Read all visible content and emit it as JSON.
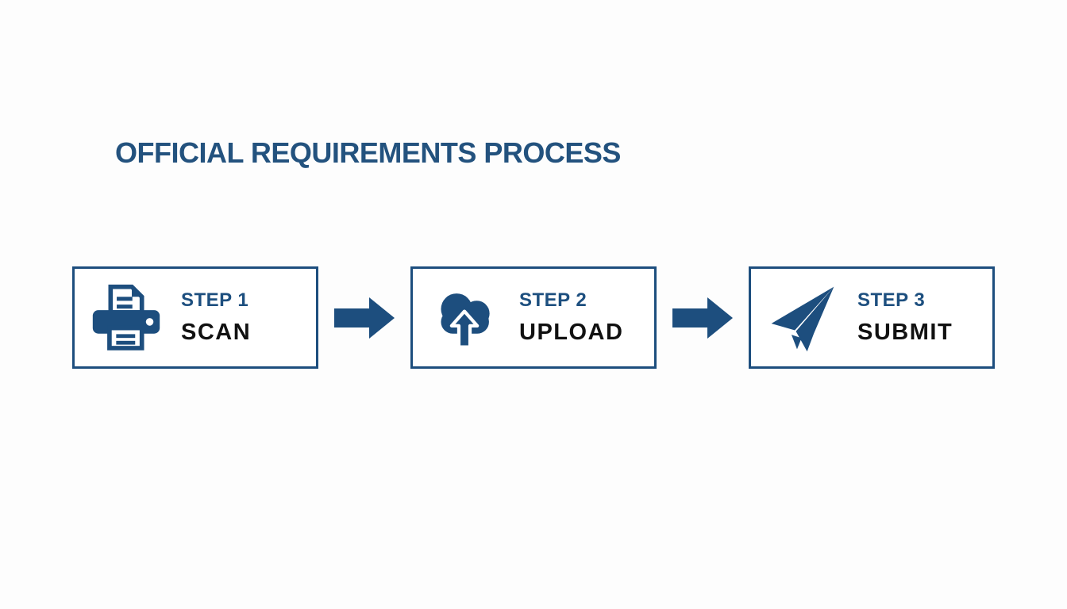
{
  "page": {
    "title": "OFFICIAL REQUIREMENTS PROCESS"
  },
  "colors": {
    "primary_blue": "#1d4e7e",
    "title_blue": "#23527e",
    "label_blue": "#1d4f7f",
    "text_black": "#111111",
    "page_bg": "#fdfdfd",
    "box_bg": "#ffffff"
  },
  "steps": [
    {
      "label": "STEP 1",
      "action": "SCAN",
      "icon": "printer-icon"
    },
    {
      "label": "STEP 2",
      "action": "UPLOAD",
      "icon": "cloud-upload-icon"
    },
    {
      "label": "STEP 3",
      "action": "SUBMIT",
      "icon": "paper-plane-icon"
    }
  ],
  "connectors": [
    {
      "icon": "arrow-right-icon"
    },
    {
      "icon": "arrow-right-icon"
    }
  ]
}
